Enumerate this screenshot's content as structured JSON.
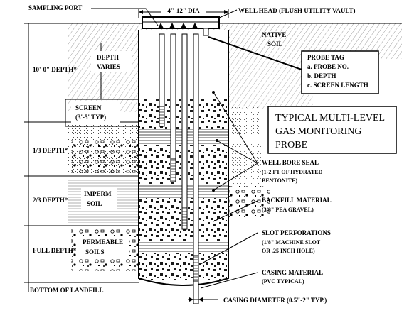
{
  "title": {
    "line1": "TYPICAL MULTI-LEVEL",
    "line2": "GAS MONITORING",
    "line3": "PROBE"
  },
  "labels": {
    "sampling_port": "SAMPLING PORT",
    "diameter": "4\"-12\" DIA",
    "well_head": "WELL HEAD (FLUSH UTILITY VAULT)",
    "native_soil_1": "NATIVE",
    "native_soil_2": "SOIL",
    "depth_varies_1": "DEPTH",
    "depth_varies_2": "VARIES",
    "depth_10ft": "10'-0\" DEPTH*",
    "screen_1": "SCREEN",
    "screen_2": "(3'-5' TYP)",
    "third_depth": "1/3 DEPTH*",
    "two_third_depth": "2/3 DEPTH*",
    "full_depth": "FULL DEPTH*",
    "imperm_1": "IMPERM",
    "imperm_2": "SOIL",
    "permeable_1": "PERMEABLE",
    "permeable_2": "SOILS",
    "bottom_landfill": "BOTTOM OF LANDFILL",
    "casing_diameter": "CASING DIAMETER (0.5\"-2\" TYP.)"
  },
  "probe_tag": {
    "heading": "PROBE TAG",
    "a": "a. PROBE NO.",
    "b": "b. DEPTH",
    "c": "c. SCREEN LENGTH"
  },
  "callouts": {
    "well_bore_seal_1": "WELL BORE SEAL",
    "well_bore_seal_2": "(1-2 FT OF HYDRATED",
    "well_bore_seal_3": "BENTONITE)",
    "backfill_1": "BACKFILL MATERIAL",
    "backfill_2": "(3/8\" PEA GRAVEL)",
    "slot_1": "SLOT PERFORATIONS",
    "slot_2": "(1/8\" MACHINE SLOT",
    "slot_3": "OR .25 INCH HOLE)",
    "casing_1": "CASING MATERIAL",
    "casing_2": "(PVC TYPICAL)"
  }
}
